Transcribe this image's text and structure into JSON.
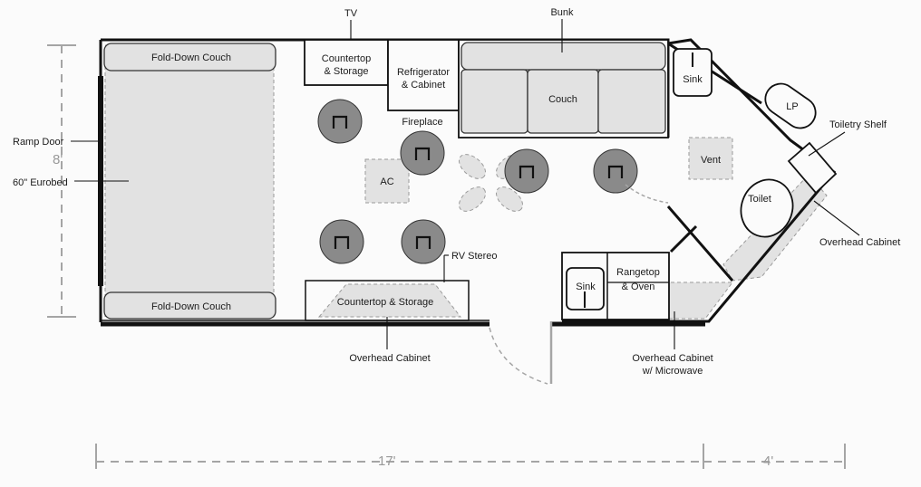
{
  "labels": {
    "tv": "TV",
    "bunk": "Bunk",
    "countertop_storage_top_1": "Countertop",
    "countertop_storage_top_2": "& Storage",
    "refrigerator_1": "Refrigerator",
    "refrigerator_2": "& Cabinet",
    "couch": "Couch",
    "sink_top": "Sink",
    "lp": "LP",
    "toiletry_shelf": "Toiletry Shelf",
    "fireplace": "Fireplace",
    "vent": "Vent",
    "ac": "AC",
    "toilet": "Toilet",
    "overhead_cabinet_right": "Overhead Cabinet",
    "ramp_door": "Ramp Door",
    "eurobed": "60\" Eurobed",
    "fold_down_couch_top": "Fold-Down Couch",
    "fold_down_couch_bottom": "Fold-Down Couch",
    "rv_stereo": "RV Stereo",
    "countertop_storage_bottom": "Countertop & Storage",
    "sink_bottom": "Sink",
    "rangetop_1": "Rangetop",
    "rangetop_2": "& Oven",
    "overhead_cabinet_bottom": "Overhead Cabinet",
    "overhead_microwave_1": "Overhead Cabinet",
    "overhead_microwave_2": "w/ Microwave"
  },
  "dimensions": {
    "width": "8'",
    "length_box": "17'",
    "length_tongue": "4'"
  },
  "colors": {
    "wall": "#111111",
    "furniture_fill": "#e2e2e2",
    "seat_fill": "#8a8a8a",
    "dimension_line": "#a5a5a5"
  }
}
